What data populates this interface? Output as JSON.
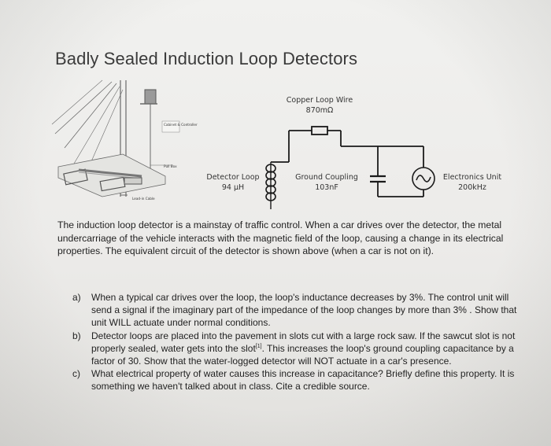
{
  "document": {
    "title": "Badly Sealed Induction Loop Detectors",
    "intro": "The induction loop detector is a mainstay of traffic control. When a car drives over the detector, the metal undercarriage of the vehicle interacts with the magnetic field of the loop, causing a change in its electrical properties. The equivalent circuit of the detector is shown above (when a car is not on it).",
    "questions": [
      {
        "marker": "a)",
        "text": "When a typical car drives over the loop, the loop's inductance decreases by 3%. The control unit will send a signal if the imaginary part of the impedance of the loop changes by more than 3% . Show that unit WILL actuate under normal conditions."
      },
      {
        "marker": "b)",
        "text_before_sup": "Detector loops are placed into the pavement in slots cut with a large rock saw. If the sawcut slot is not properly sealed, water gets into the slot",
        "sup": "[1]",
        "text_after_sup": ". This increases the loop's ground coupling capacitance by a factor of 30. Show that the water-logged detector will NOT actuate in a car's presence."
      },
      {
        "marker": "c)",
        "text": "What electrical property of water causes this increase in capacitance? Briefly define this property. It is something we haven't talked about in class. Cite a credible source."
      }
    ]
  },
  "diagram": {
    "road_labels": {
      "cabinet": "Cabinet & Controller",
      "pull_box": "Pull Box",
      "lead_in": "Lead-in Cable"
    },
    "circuit": {
      "wire_label": "Copper Loop Wire",
      "wire_value": "870mΩ",
      "loop_label": "Detector Loop",
      "loop_value": "94 µH",
      "coupling_label": "Ground Coupling",
      "coupling_value": "103nF",
      "source_label": "Electronics Unit",
      "source_value": "200kHz"
    }
  },
  "colors": {
    "paper": "#ecebe9",
    "ink": "#222222",
    "circuit_line": "#1a1a1a"
  }
}
